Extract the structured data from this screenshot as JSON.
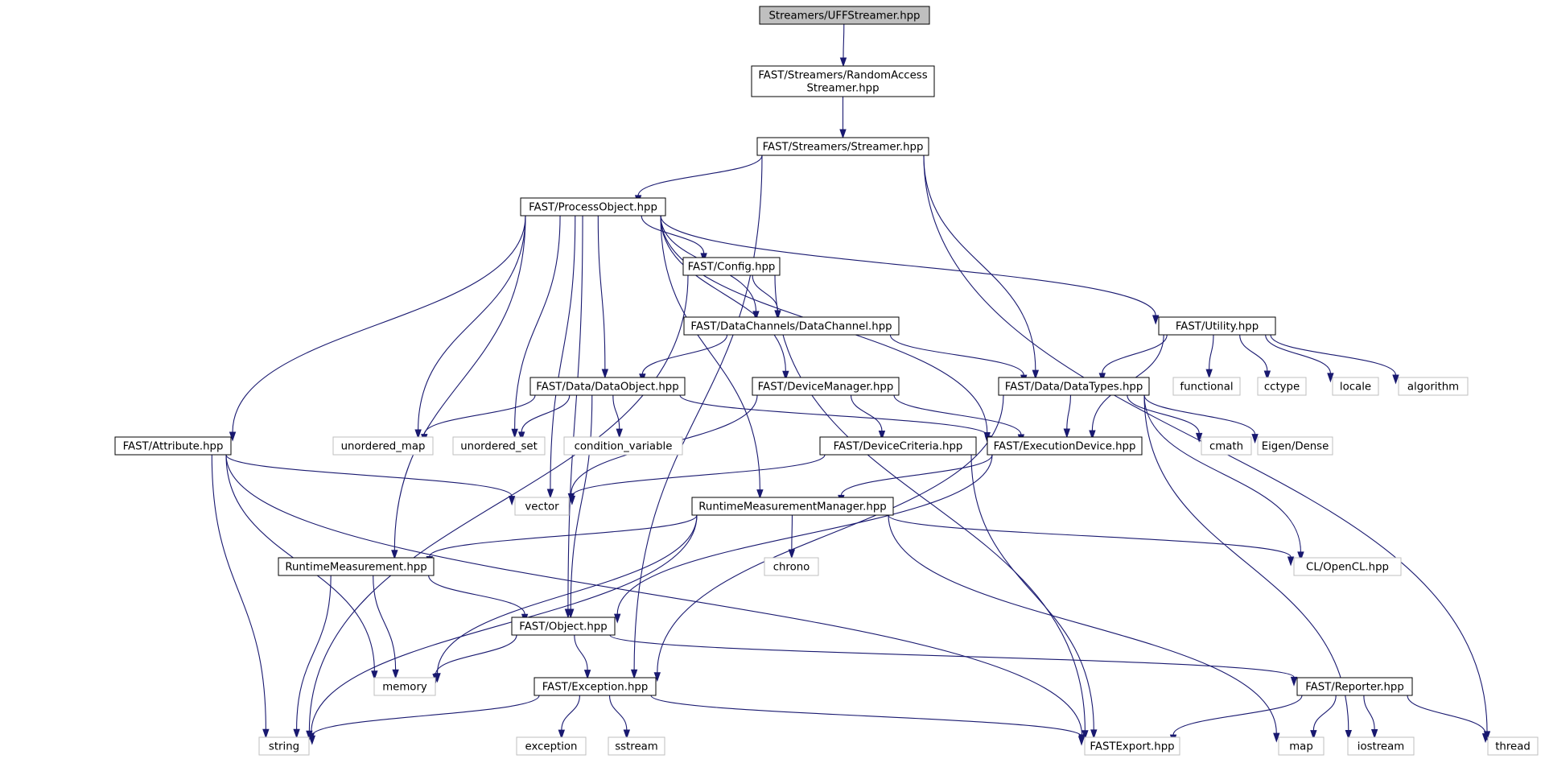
{
  "graph": {
    "nodes": [
      {
        "id": "uff",
        "label": "Streamers/UFFStreamer.hpp",
        "kind": "root"
      },
      {
        "id": "ras",
        "label": "FAST/Streamers/RandomAccess\nStreamer.hpp",
        "kind": "local"
      },
      {
        "id": "streamer",
        "label": "FAST/Streamers/Streamer.hpp",
        "kind": "local"
      },
      {
        "id": "po",
        "label": "FAST/ProcessObject.hpp",
        "kind": "local"
      },
      {
        "id": "config",
        "label": "FAST/Config.hpp",
        "kind": "local"
      },
      {
        "id": "dc",
        "label": "FAST/DataChannels/DataChannel.hpp",
        "kind": "local"
      },
      {
        "id": "utility",
        "label": "FAST/Utility.hpp",
        "kind": "local"
      },
      {
        "id": "dataobject",
        "label": "FAST/Data/DataObject.hpp",
        "kind": "local"
      },
      {
        "id": "devmgr",
        "label": "FAST/DeviceManager.hpp",
        "kind": "local"
      },
      {
        "id": "datatypes",
        "label": "FAST/Data/DataTypes.hpp",
        "kind": "local"
      },
      {
        "id": "functional",
        "label": "functional",
        "kind": "system"
      },
      {
        "id": "cctype",
        "label": "cctype",
        "kind": "system"
      },
      {
        "id": "locale",
        "label": "locale",
        "kind": "system"
      },
      {
        "id": "algorithm",
        "label": "algorithm",
        "kind": "system"
      },
      {
        "id": "attribute",
        "label": "FAST/Attribute.hpp",
        "kind": "local"
      },
      {
        "id": "umap",
        "label": "unordered_map",
        "kind": "system"
      },
      {
        "id": "uset",
        "label": "unordered_set",
        "kind": "system"
      },
      {
        "id": "condvar",
        "label": "condition_variable",
        "kind": "system"
      },
      {
        "id": "devcrit",
        "label": "FAST/DeviceCriteria.hpp",
        "kind": "local"
      },
      {
        "id": "execdev",
        "label": "FAST/ExecutionDevice.hpp",
        "kind": "local"
      },
      {
        "id": "cmath",
        "label": "cmath",
        "kind": "system"
      },
      {
        "id": "eigen",
        "label": "Eigen/Dense",
        "kind": "system"
      },
      {
        "id": "vector",
        "label": "vector",
        "kind": "system"
      },
      {
        "id": "rmm",
        "label": "RuntimeMeasurementManager.hpp",
        "kind": "local"
      },
      {
        "id": "rm",
        "label": "RuntimeMeasurement.hpp",
        "kind": "local"
      },
      {
        "id": "chrono",
        "label": "chrono",
        "kind": "system"
      },
      {
        "id": "opencl",
        "label": "CL/OpenCL.hpp",
        "kind": "system"
      },
      {
        "id": "object",
        "label": "FAST/Object.hpp",
        "kind": "local"
      },
      {
        "id": "memory",
        "label": "memory",
        "kind": "system"
      },
      {
        "id": "exception",
        "label": "FAST/Exception.hpp",
        "kind": "local"
      },
      {
        "id": "reporter",
        "label": "FAST/Reporter.hpp",
        "kind": "local"
      },
      {
        "id": "string",
        "label": "string",
        "kind": "system"
      },
      {
        "id": "exc",
        "label": "exception",
        "kind": "system"
      },
      {
        "id": "sstream",
        "label": "sstream",
        "kind": "system"
      },
      {
        "id": "fastexport",
        "label": "FASTExport.hpp",
        "kind": "system"
      },
      {
        "id": "map",
        "label": "map",
        "kind": "system"
      },
      {
        "id": "iostream",
        "label": "iostream",
        "kind": "system"
      },
      {
        "id": "thread",
        "label": "thread",
        "kind": "system"
      }
    ],
    "edges": [
      [
        "uff",
        "ras"
      ],
      [
        "ras",
        "streamer"
      ],
      [
        "streamer",
        "po"
      ],
      [
        "streamer",
        "datatypes"
      ],
      [
        "streamer",
        "exception"
      ],
      [
        "streamer",
        "thread"
      ],
      [
        "po",
        "config"
      ],
      [
        "po",
        "dc"
      ],
      [
        "po",
        "utility"
      ],
      [
        "po",
        "dataobject"
      ],
      [
        "po",
        "devmgr"
      ],
      [
        "po",
        "execdev"
      ],
      [
        "po",
        "attribute"
      ],
      [
        "po",
        "umap"
      ],
      [
        "po",
        "uset"
      ],
      [
        "po",
        "vector"
      ],
      [
        "po",
        "rmm"
      ],
      [
        "po",
        "rm"
      ],
      [
        "po",
        "object"
      ],
      [
        "config",
        "dc"
      ],
      [
        "config",
        "string"
      ],
      [
        "config",
        "fastexport"
      ],
      [
        "dc",
        "dataobject"
      ],
      [
        "dc",
        "datatypes"
      ],
      [
        "utility",
        "datatypes"
      ],
      [
        "utility",
        "execdev"
      ],
      [
        "utility",
        "functional"
      ],
      [
        "utility",
        "cctype"
      ],
      [
        "utility",
        "locale"
      ],
      [
        "utility",
        "algorithm"
      ],
      [
        "dataobject",
        "umap"
      ],
      [
        "dataobject",
        "uset"
      ],
      [
        "dataobject",
        "condvar"
      ],
      [
        "dataobject",
        "execdev"
      ],
      [
        "dataobject",
        "object"
      ],
      [
        "devmgr",
        "devcrit"
      ],
      [
        "devmgr",
        "execdev"
      ],
      [
        "devmgr",
        "vector"
      ],
      [
        "datatypes",
        "execdev"
      ],
      [
        "datatypes",
        "cmath"
      ],
      [
        "datatypes",
        "eigen"
      ],
      [
        "datatypes",
        "opencl"
      ],
      [
        "datatypes",
        "iostream"
      ],
      [
        "datatypes",
        "exception"
      ],
      [
        "attribute",
        "vector"
      ],
      [
        "attribute",
        "memory"
      ],
      [
        "attribute",
        "string"
      ],
      [
        "attribute",
        "fastexport"
      ],
      [
        "devcrit",
        "vector"
      ],
      [
        "devcrit",
        "fastexport"
      ],
      [
        "execdev",
        "rmm"
      ],
      [
        "execdev",
        "object"
      ],
      [
        "rmm",
        "rm"
      ],
      [
        "rmm",
        "chrono"
      ],
      [
        "rmm",
        "opencl"
      ],
      [
        "rmm",
        "memory"
      ],
      [
        "rmm",
        "string"
      ],
      [
        "rmm",
        "map"
      ],
      [
        "rm",
        "object"
      ],
      [
        "rm",
        "memory"
      ],
      [
        "rm",
        "string"
      ],
      [
        "object",
        "memory"
      ],
      [
        "object",
        "exception"
      ],
      [
        "object",
        "reporter"
      ],
      [
        "exception",
        "string"
      ],
      [
        "exception",
        "exc"
      ],
      [
        "exception",
        "sstream"
      ],
      [
        "exception",
        "fastexport"
      ],
      [
        "reporter",
        "fastexport"
      ],
      [
        "reporter",
        "map"
      ],
      [
        "reporter",
        "iostream"
      ],
      [
        "reporter",
        "thread"
      ]
    ]
  }
}
